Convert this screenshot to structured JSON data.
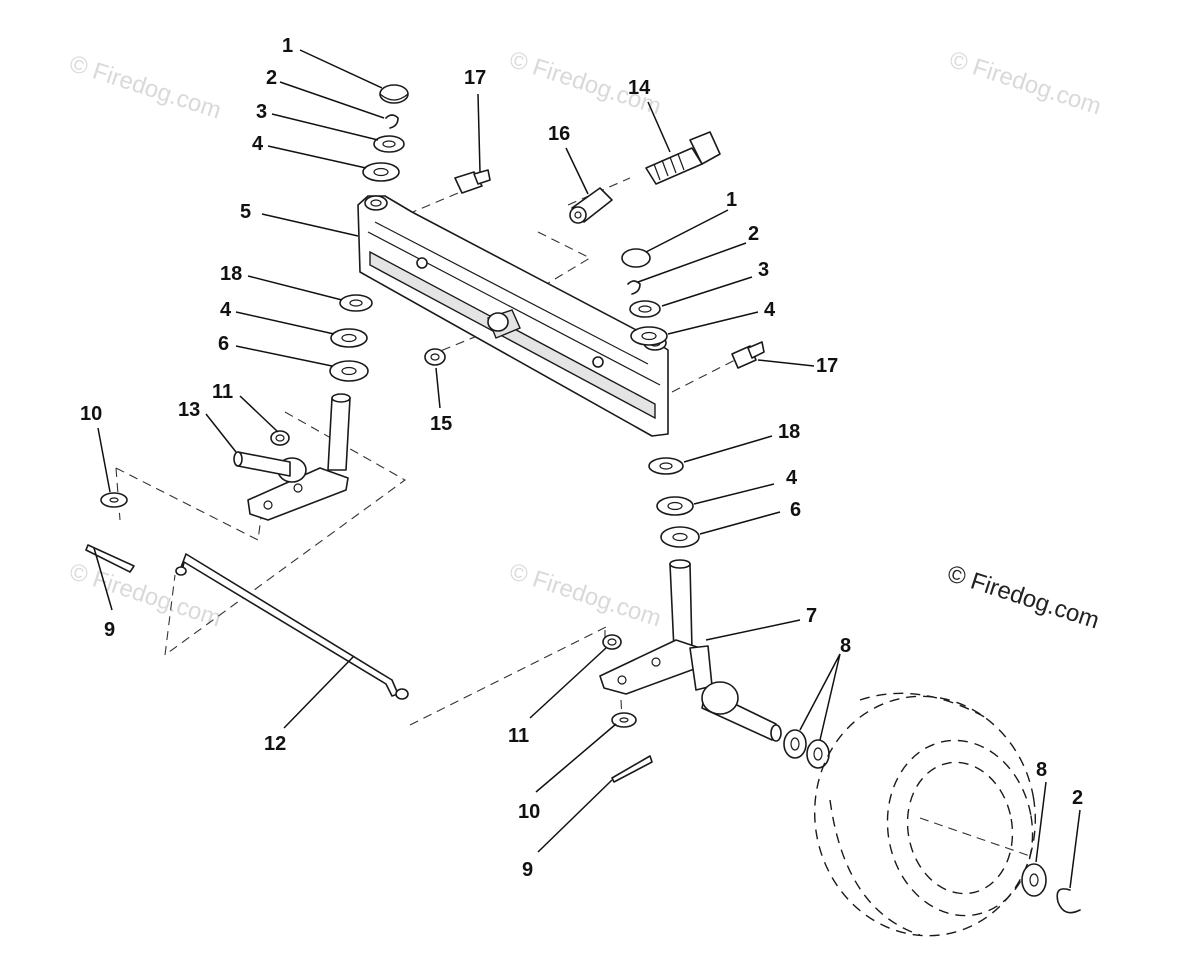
{
  "copyright": "© Firedog.com",
  "watermarks": [
    "© Firedog.com",
    "© Firedog.com",
    "© Firedog.com",
    "© Firedog.com",
    "© Firedog.com"
  ],
  "callouts": [
    {
      "id": "c1a",
      "label": "1"
    },
    {
      "id": "c2a",
      "label": "2"
    },
    {
      "id": "c3a",
      "label": "3"
    },
    {
      "id": "c4a",
      "label": "4"
    },
    {
      "id": "c5",
      "label": "5"
    },
    {
      "id": "c18a",
      "label": "18"
    },
    {
      "id": "c4b",
      "label": "4"
    },
    {
      "id": "c6a",
      "label": "6"
    },
    {
      "id": "c11a",
      "label": "11"
    },
    {
      "id": "c13",
      "label": "13"
    },
    {
      "id": "c10a",
      "label": "10"
    },
    {
      "id": "c9a",
      "label": "9"
    },
    {
      "id": "c12",
      "label": "12"
    },
    {
      "id": "c17a",
      "label": "17"
    },
    {
      "id": "c16",
      "label": "16"
    },
    {
      "id": "c14",
      "label": "14"
    },
    {
      "id": "c15",
      "label": "15"
    },
    {
      "id": "c1b",
      "label": "1"
    },
    {
      "id": "c2b",
      "label": "2"
    },
    {
      "id": "c3b",
      "label": "3"
    },
    {
      "id": "c4c",
      "label": "4"
    },
    {
      "id": "c17b",
      "label": "17"
    },
    {
      "id": "c18b",
      "label": "18"
    },
    {
      "id": "c4d",
      "label": "4"
    },
    {
      "id": "c6b",
      "label": "6"
    },
    {
      "id": "c7",
      "label": "7"
    },
    {
      "id": "c8a",
      "label": "8"
    },
    {
      "id": "c11b",
      "label": "11"
    },
    {
      "id": "c10b",
      "label": "10"
    },
    {
      "id": "c9b",
      "label": "9"
    },
    {
      "id": "c8b",
      "label": "8"
    },
    {
      "id": "c2c",
      "label": "2"
    }
  ]
}
